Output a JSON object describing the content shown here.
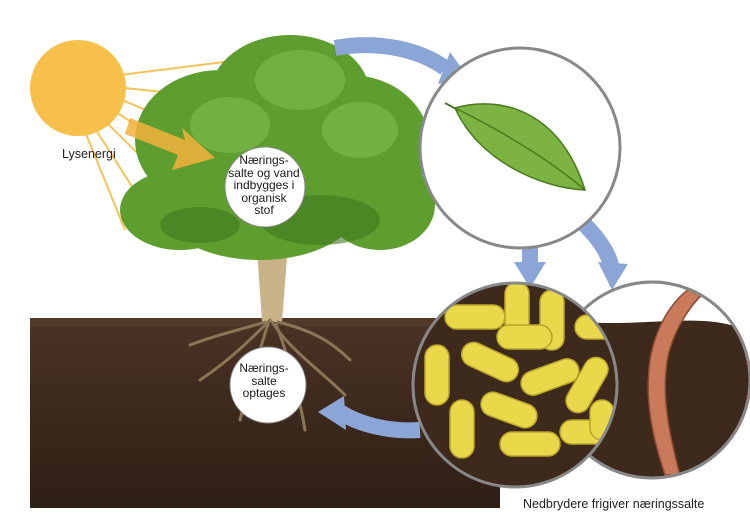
{
  "labels": {
    "sun": "Lysenergi",
    "tree_bubble": "Nærings-\nsalte og vand\nindbygges i\norganisk\nstof",
    "root_bubble": "Nærings-\nsalte\noptages",
    "decomposers": "Nedbrydere frigiver næringssalte"
  },
  "colors": {
    "sun": "#F7C04A",
    "sun_rays": "#F2C45A",
    "foliage": "#5E9E2E",
    "soil": "#3E2A1C",
    "arrow": "#8BA6D6",
    "bacteria": "#E9D94A",
    "worm": "#C87A5A"
  },
  "icons": [
    "sun-icon",
    "tree-icon",
    "leaf-icon",
    "bacteria-icon",
    "worm-icon"
  ]
}
